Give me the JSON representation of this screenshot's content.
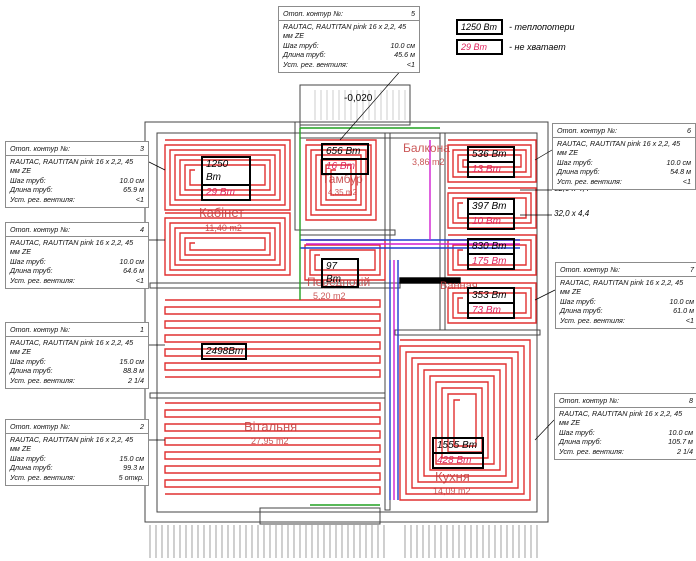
{
  "legend": {
    "heat_loss_label": "1250 Вт",
    "heat_loss_desc": "- теплопотери",
    "missing_label": "29 Вт",
    "missing_desc": "- не хватает"
  },
  "level_mark": "-0,020",
  "dims": {
    "pipe_a": "32,0 x 4,4",
    "pipe_b": "32,0 x 4,4"
  },
  "circuits": [
    {
      "title": "Отоп. контур №:",
      "num": "5",
      "pipe": "RAUTAC, RAUTITAN pink 16 x 2,2, 45 мм ZE",
      "step_label": "Шаг труб:",
      "step": "10.0  см",
      "len_label": "Длина труб:",
      "len": "45.6  м",
      "valve_label": "Уст. рег. вентиля:",
      "valve": "<1"
    },
    {
      "title": "Отоп. контур №:",
      "num": "3",
      "pipe": "RAUTAC, RAUTITAN pink 16 x 2,2, 45 мм ZE",
      "step_label": "Шаг труб:",
      "step": "10.0  см",
      "len_label": "Длина труб:",
      "len": "65.9  м",
      "valve_label": "Уст. рег. вентиля:",
      "valve": "<1"
    },
    {
      "title": "Отоп. контур №:",
      "num": "4",
      "pipe": "RAUTAC, RAUTITAN pink 16 x 2,2, 45 мм ZE",
      "step_label": "Шаг труб:",
      "step": "10.0  см",
      "len_label": "Длина труб:",
      "len": "64.6  м",
      "valve_label": "Уст. рег. вентиля:",
      "valve": "<1"
    },
    {
      "title": "Отоп. контур №:",
      "num": "1",
      "pipe": "RAUTAC, RAUTITAN pink 16 x 2,2, 45 мм ZE",
      "step_label": "Шаг труб:",
      "step": "15.0  см",
      "len_label": "Длина труб:",
      "len": "88.8  м",
      "valve_label": "Уст. рег. вентиля:",
      "valve": "2  1/4"
    },
    {
      "title": "Отоп. контур №:",
      "num": "2",
      "pipe": "RAUTAC, RAUTITAN pink 16 x 2,2, 45 мм ZE",
      "step_label": "Шаг труб:",
      "step": "15.0  см",
      "len_label": "Длина труб:",
      "len": "99.3  м",
      "valve_label": "Уст. рег. вентиля:",
      "valve": "5  откр."
    },
    {
      "title": "Отоп. контур №:",
      "num": "6",
      "pipe": "RAUTAC, RAUTITAN pink 16 x 2,2, 45 мм ZE",
      "step_label": "Шаг труб:",
      "step": "10.0  см",
      "len_label": "Длина труб:",
      "len": "54.8  м",
      "valve_label": "Уст. рег. вентиля:",
      "valve": "<1"
    },
    {
      "title": "Отоп. контур №:",
      "num": "7",
      "pipe": "RAUTAC, RAUTITAN pink 16 x 2,2, 45 мм ZE",
      "step_label": "Шаг труб:",
      "step": "10.0  см",
      "len_label": "Длина труб:",
      "len": "61.0  м",
      "valve_label": "Уст. рег. вентиля:",
      "valve": "<1"
    },
    {
      "title": "Отоп. контур №:",
      "num": "8",
      "pipe": "RAUTAC, RAUTITAN pink 16 x 2,2, 45 мм ZE",
      "step_label": "Шаг труб:",
      "step": "10.0  см",
      "len_label": "Длина труб:",
      "len": "105.7  м",
      "valve_label": "Уст. рег. вентиля:",
      "valve": "2  1/4"
    }
  ],
  "rooms": [
    {
      "name": "Кабінет",
      "area": "11,40 m2"
    },
    {
      "name": "Тамбур",
      "area": "4,35 m2"
    },
    {
      "name": "Балкона",
      "area": "3,86 m2"
    },
    {
      "name": "Передпокій",
      "area": "5,20 m2"
    },
    {
      "name": "Ванная",
      "area": ""
    },
    {
      "name": "Вітальня",
      "area": "27,95 m2"
    },
    {
      "name": "Кухня",
      "area": "14,09 m2"
    }
  ],
  "loss_boxes": [
    {
      "loss": "1250  Вт",
      "miss": "29  Вт"
    },
    {
      "loss": "656  Вт",
      "miss": "16  Вт"
    },
    {
      "loss": "536  Вт",
      "miss": "13  Вт"
    },
    {
      "loss": "397  Вт",
      "miss": "10  Вт"
    },
    {
      "loss": "97  Вт",
      "miss": ""
    },
    {
      "loss": "830  Вт",
      "miss": "175  Вт"
    },
    {
      "loss": "353  Вт",
      "miss": "73  Вт"
    },
    {
      "loss": "2498Вт",
      "miss": ""
    },
    {
      "loss": "1555  Вт",
      "miss": "428  Вт"
    }
  ],
  "colors": {
    "pipe": "#e03131",
    "wall": "#444444",
    "supply": "#1f3fd1",
    "return": "#d11fd1",
    "green": "#22a022",
    "missing": "#e0245e"
  }
}
